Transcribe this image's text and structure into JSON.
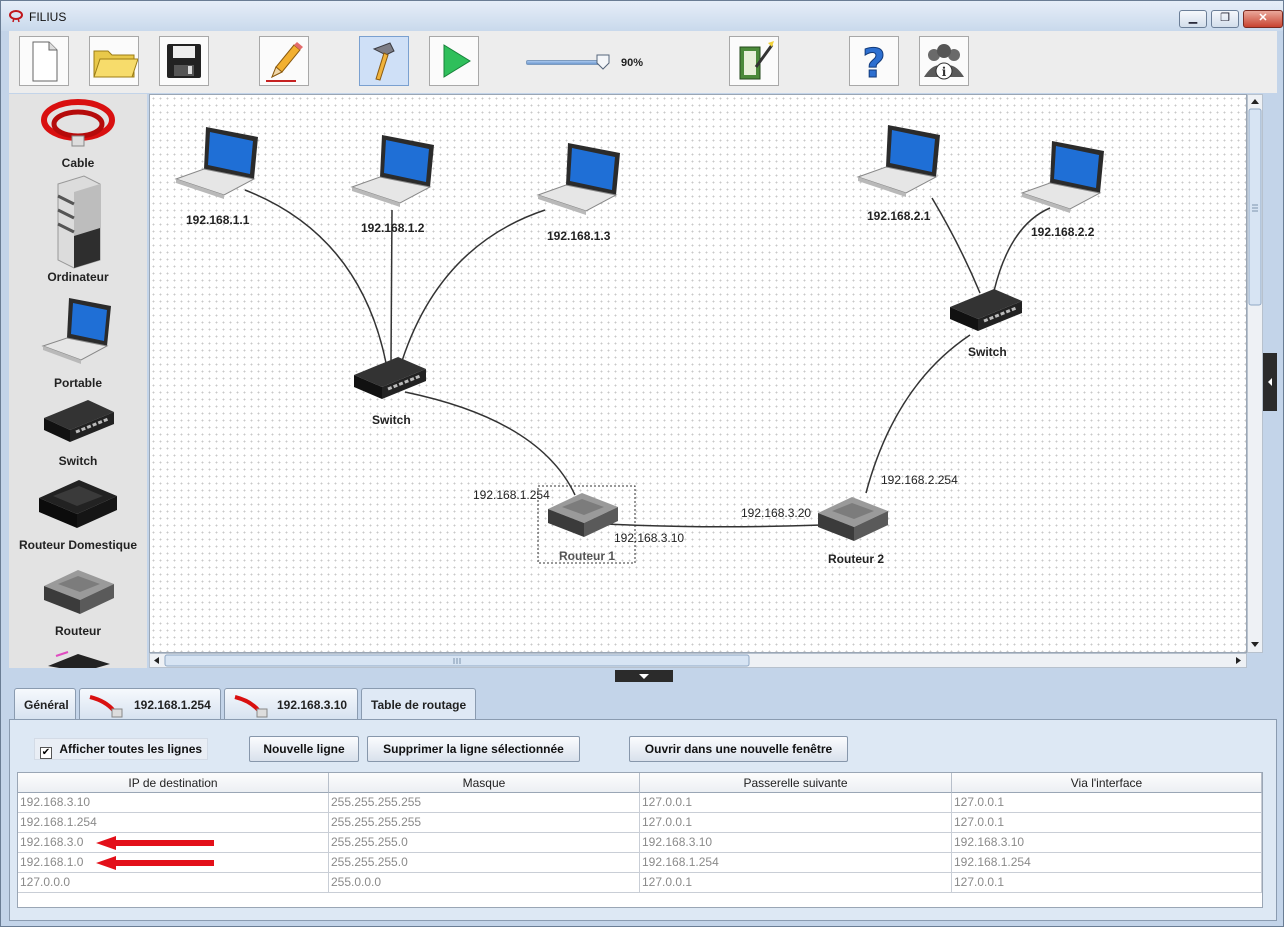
{
  "window": {
    "title": "FILIUS",
    "minimize": "▁",
    "restore": "❐",
    "close": "✕"
  },
  "toolbar": {
    "icons": [
      "new-file-icon",
      "open-folder-icon",
      "save-icon",
      "design-mode-pencil-icon",
      "hammer-icon",
      "play-simulation-icon",
      "documentation-wizard-icon",
      "help-icon",
      "about-icon"
    ],
    "zoom_label": "90%",
    "zoom_level": 0.9
  },
  "palette": {
    "items": [
      {
        "label": "Cable",
        "icon": "cable-icon"
      },
      {
        "label": "Ordinateur",
        "icon": "computer-icon"
      },
      {
        "label": "Portable",
        "icon": "laptop-icon"
      },
      {
        "label": "Switch",
        "icon": "switch-icon"
      },
      {
        "label": "Routeur Domestique",
        "icon": "home-router-icon"
      },
      {
        "label": "Routeur",
        "icon": "router-icon"
      }
    ]
  },
  "network": {
    "laptops": [
      "192.168.1.1",
      "192.168.1.2",
      "192.168.1.3",
      "192.168.2.1",
      "192.168.2.2"
    ],
    "switch1": "Switch",
    "switch2": "Switch",
    "router1": "Routeur 1",
    "router2": "Routeur 2",
    "router1_ip_lan": "192.168.1.254",
    "router1_ip_wan": "192.168.3.10",
    "router2_ip_wan": "192.168.3.20",
    "router2_ip_lan": "192.168.2.254"
  },
  "tabs": [
    {
      "label": "Général"
    },
    {
      "label": "192.168.1.254",
      "icon": "cable-icon"
    },
    {
      "label": "192.168.3.10",
      "icon": "cable-icon"
    },
    {
      "label": "Table de routage"
    }
  ],
  "panel": {
    "checkbox_label": "Afficher toutes les lignes",
    "checkbox_checked": true,
    "checkbox_mark": "✔",
    "new_row_button": "Nouvelle ligne",
    "delete_row_button": "Supprimer la ligne sélectionnée",
    "open_window_button": "Ouvrir dans une nouvelle fenêtre"
  },
  "routing_table": {
    "headers": [
      "IP de destination",
      "Masque",
      "Passerelle suivante",
      "Via l'interface"
    ],
    "rows": [
      [
        "192.168.3.10",
        "255.255.255.255",
        "127.0.0.1",
        "127.0.0.1"
      ],
      [
        "192.168.1.254",
        "255.255.255.255",
        "127.0.0.1",
        "127.0.0.1"
      ],
      [
        "192.168.3.0",
        "255.255.255.0",
        "192.168.3.10",
        "192.168.3.10"
      ],
      [
        "192.168.1.0",
        "255.255.255.0",
        "192.168.1.254",
        "192.168.1.254"
      ],
      [
        "127.0.0.0",
        "255.0.0.0",
        "127.0.0.1",
        "127.0.0.1"
      ]
    ],
    "highlight_arrow_color": "#e3101a"
  }
}
